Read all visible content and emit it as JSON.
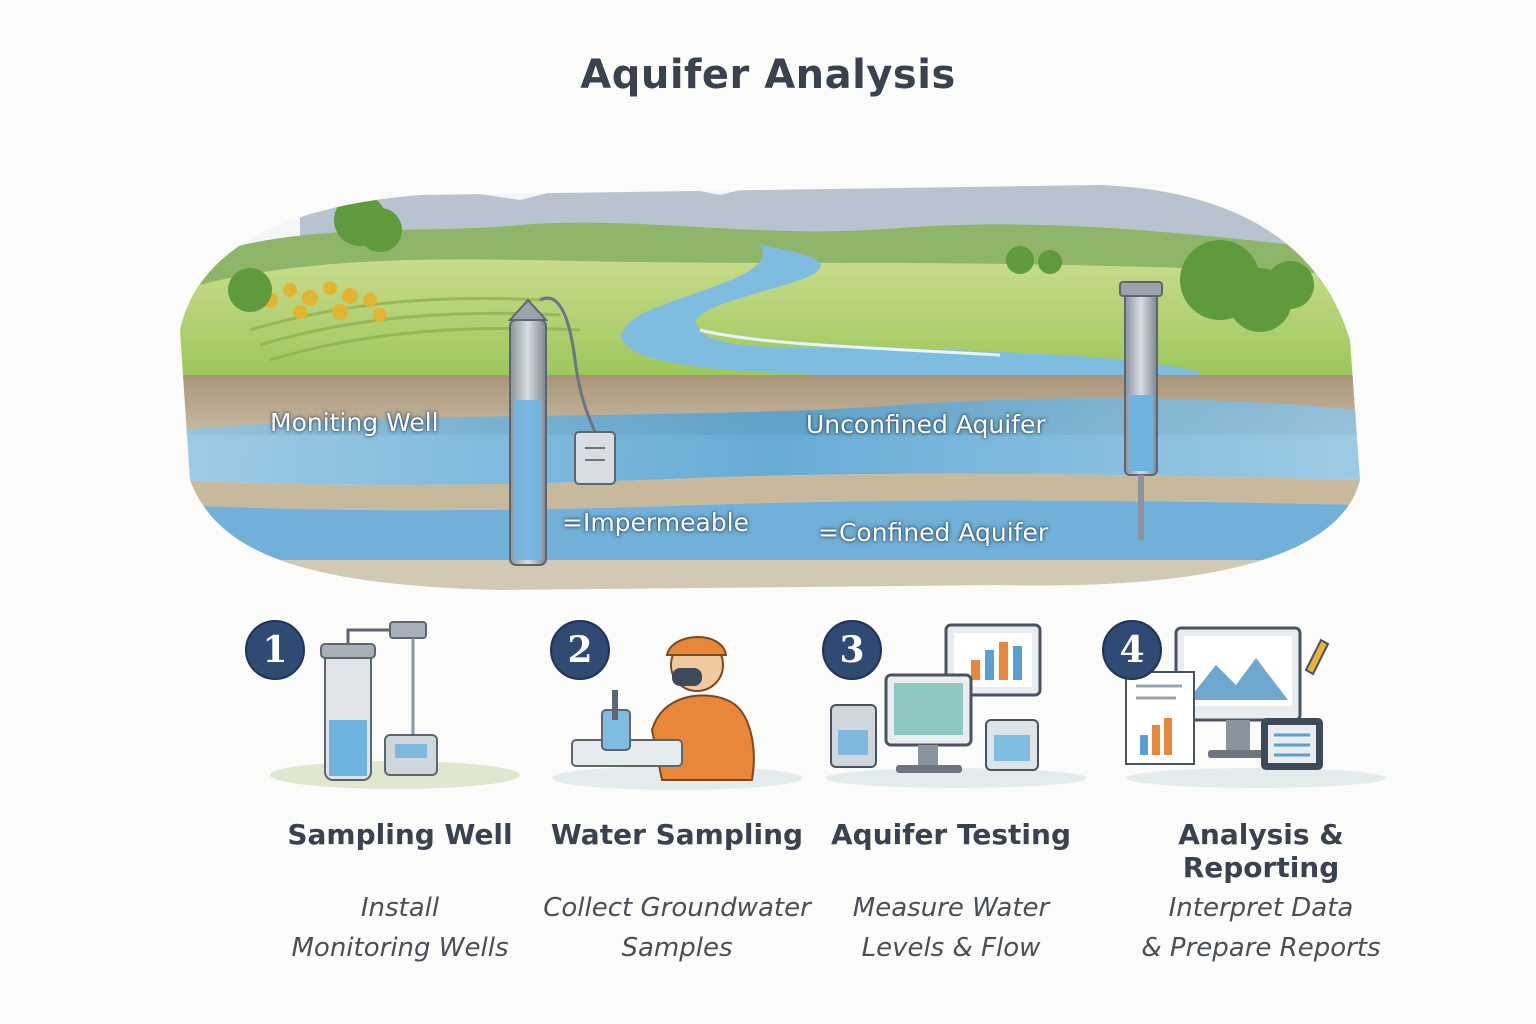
{
  "title": "Aquifer Analysis",
  "scene": {
    "labels": {
      "monitoring_well": "Moniting Well",
      "unconfined": "Unconfined Aquifer",
      "impermeable": "=Impermeable",
      "confined": "=Confined Aquifer"
    },
    "colors": {
      "water": "#5ea9d6",
      "grass": "#9cc65a",
      "soil": "#b9a687",
      "mountain": "#b9c3cf",
      "badge": "#2f4a73"
    }
  },
  "steps": [
    {
      "number": "1",
      "title": "Sampling Well",
      "desc_line1": "Install",
      "desc_line2": "Monitoring Wells",
      "icon": "well-sampler-icon"
    },
    {
      "number": "2",
      "title": "Water Sampling",
      "desc_line1": "Collect Groundwater",
      "desc_line2": "Samples",
      "icon": "technician-icon"
    },
    {
      "number": "3",
      "title": "Aquifer Testing",
      "desc_line1": "Measure Water",
      "desc_line2": "Levels & Flow",
      "icon": "computer-monitor-icon"
    },
    {
      "number": "4",
      "title": "Analysis & Reporting",
      "desc_line1": "Interpret Data",
      "desc_line2": "& Prepare Reports",
      "icon": "report-chart-icon"
    }
  ]
}
